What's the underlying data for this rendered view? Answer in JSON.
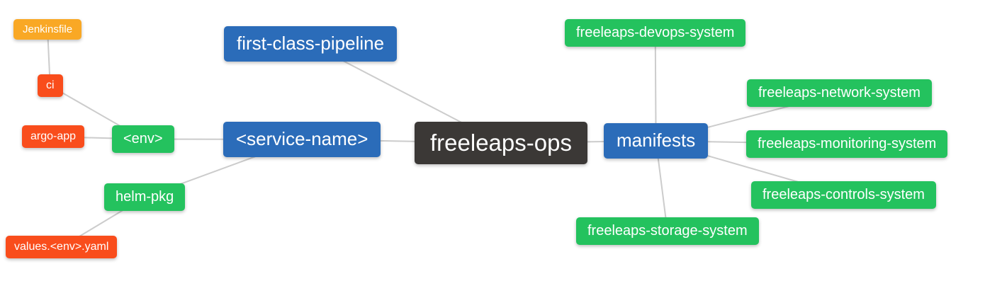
{
  "palette": {
    "root": "#3B3836",
    "branch": "#2B6CB9",
    "green": "#24C25E",
    "red": "#F94D1C",
    "amber": "#F9A825",
    "connector": "#CCCCCC",
    "text": "#FFFFFF",
    "background": "#FFFFFF"
  },
  "diagram": {
    "title": "freeleaps-ops mind map",
    "nodes": {
      "ops": {
        "label": "freeleaps-ops",
        "color": "root"
      },
      "service": {
        "label": "<service-name>",
        "color": "branch"
      },
      "fcp": {
        "label": "first-class-pipeline",
        "color": "branch"
      },
      "manifests": {
        "label": "manifests",
        "color": "branch"
      },
      "env": {
        "label": "<env>",
        "color": "green"
      },
      "helm": {
        "label": "helm-pkg",
        "color": "green"
      },
      "ci": {
        "label": "ci",
        "color": "red"
      },
      "argo": {
        "label": "argo-app",
        "color": "red"
      },
      "jenkinsfile": {
        "label": "Jenkinsfile",
        "color": "amber"
      },
      "values": {
        "label": "values.<env>.yaml",
        "color": "red"
      },
      "devops": {
        "label": "freeleaps-devops-system",
        "color": "green"
      },
      "network": {
        "label": "freeleaps-network-system",
        "color": "green"
      },
      "monitoring": {
        "label": "freeleaps-monitoring-system",
        "color": "green"
      },
      "controls": {
        "label": "freeleaps-controls-system",
        "color": "green"
      },
      "storage": {
        "label": "freeleaps-storage-system",
        "color": "green"
      }
    },
    "links": [
      [
        "jenkinsfile",
        "ci"
      ],
      [
        "ci",
        "env"
      ],
      [
        "argo",
        "env"
      ],
      [
        "env",
        "service"
      ],
      [
        "values",
        "helm"
      ],
      [
        "helm",
        "service"
      ],
      [
        "service",
        "ops"
      ],
      [
        "fcp",
        "ops"
      ],
      [
        "manifests",
        "ops"
      ],
      [
        "manifests",
        "devops"
      ],
      [
        "manifests",
        "network"
      ],
      [
        "manifests",
        "monitoring"
      ],
      [
        "manifests",
        "controls"
      ],
      [
        "manifests",
        "storage"
      ]
    ]
  }
}
